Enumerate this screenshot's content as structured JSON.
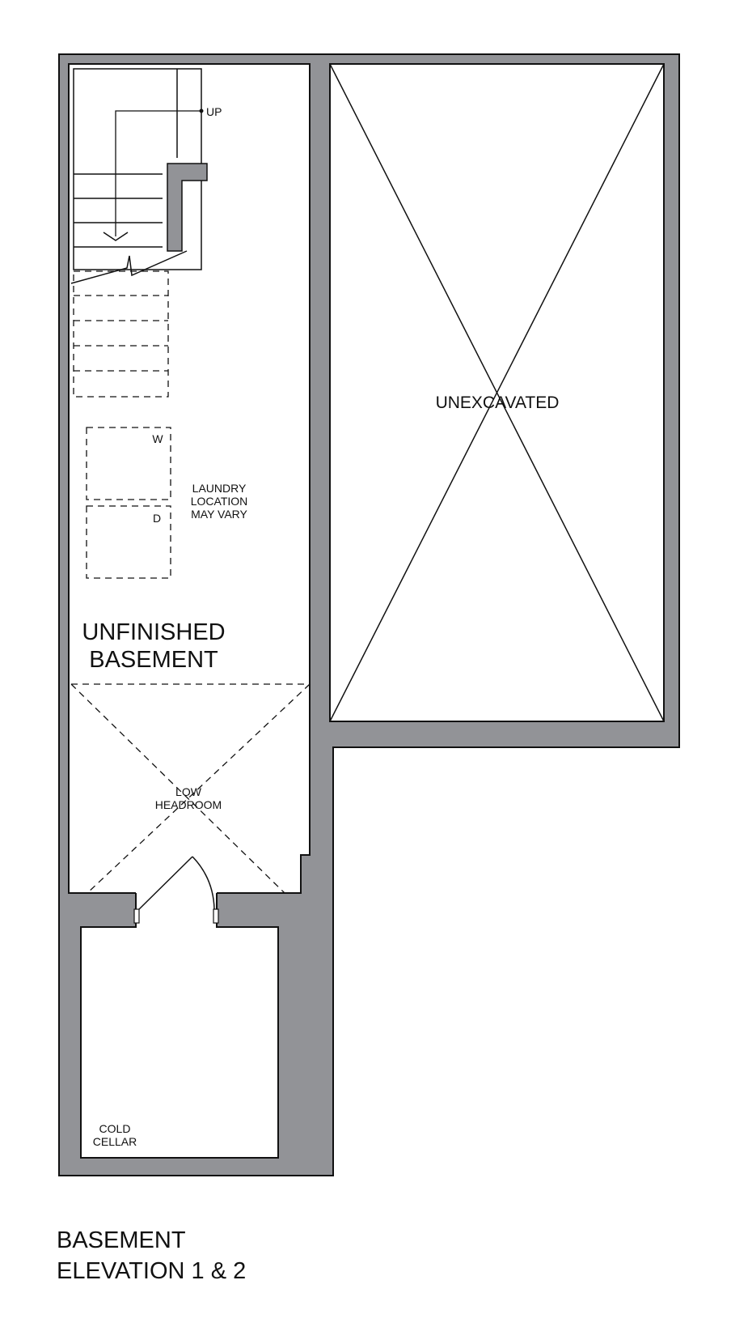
{
  "labels": {
    "up": "UP",
    "unexcavated": "UNEXCAVATED",
    "washer": "W",
    "dryer": "D",
    "laundry": [
      "LAUNDRY",
      "LOCATION",
      "MAY VARY"
    ],
    "unfinished": [
      "UNFINISHED",
      "BASEMENT"
    ],
    "low_headroom": [
      "LOW",
      "HEADROOM"
    ],
    "cold_cellar": [
      "COLD",
      "CELLAR"
    ]
  },
  "caption": {
    "line1": "BASEMENT",
    "line2": "ELEVATION 1 & 2"
  },
  "colors": {
    "wall": "#929397",
    "line": "#111111",
    "floor": "#ffffff"
  }
}
